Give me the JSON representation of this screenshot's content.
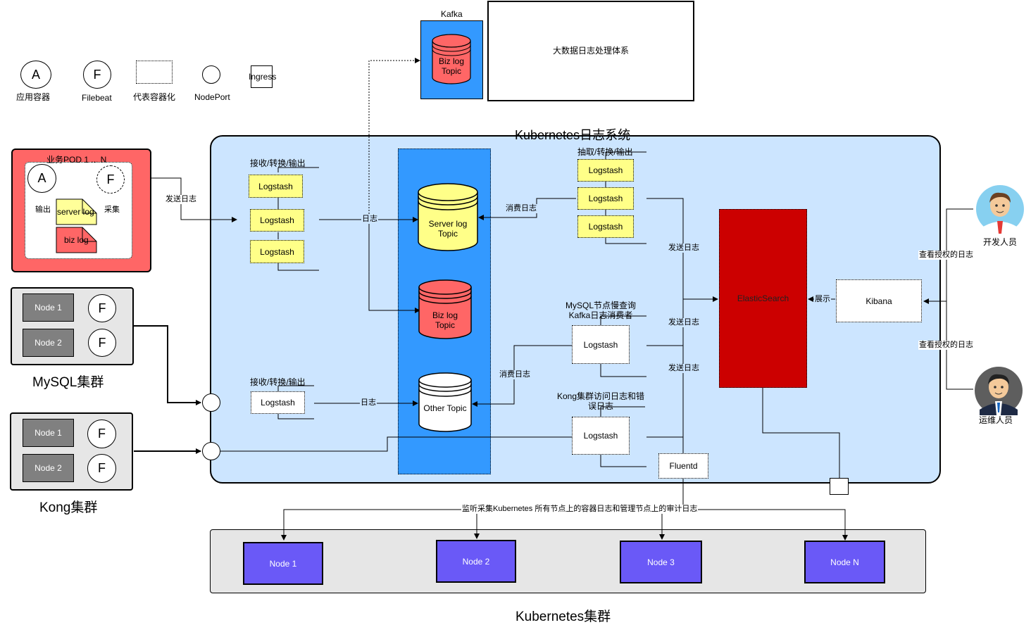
{
  "legend": {
    "app_symbol": "A",
    "app_label": "应用容器",
    "filebeat_symbol": "F",
    "filebeat_label": "Filebeat",
    "container_label": "代表容器化",
    "nodeport_label": "NodePort",
    "ingress_label": "Ingress"
  },
  "kafka": {
    "title": "Kafka",
    "topic": "Biz log Topic"
  },
  "bigdata": {
    "label": "大数据日志处理体系"
  },
  "k8s_log": {
    "title": "Kubernetes日志系统"
  },
  "pod": {
    "title": "业务POD 1 ... N",
    "app_symbol": "A",
    "filebeat_symbol": "F",
    "output_label": "输出",
    "collect_label": "采集",
    "server_log": "server log",
    "biz_log": "biz log"
  },
  "mysql": {
    "title": "MySQL集群",
    "node1": "Node 1",
    "node2": "Node 2",
    "filebeat_symbol": "F"
  },
  "kong": {
    "title": "Kong集群",
    "node1": "Node 1",
    "node2": "Node 2",
    "filebeat_symbol": "F"
  },
  "edges": {
    "send_log": "发送日志",
    "log": "日志",
    "consume_log": "消费日志",
    "show": "展示",
    "view_authorized": "查看授权的日志",
    "monitor": "监听采集Kubernetes 所有节点上的容器日志和管理节点上的审计日志"
  },
  "ingest_top": {
    "title": "接收/转换/输出",
    "logstash": "Logstash"
  },
  "ingest_bottom": {
    "title": "接收/转换/输出",
    "logstash": "Logstash"
  },
  "extract": {
    "title": "抽取/转换/输出",
    "logstash": "Logstash"
  },
  "topics": {
    "server": "Server log Topic",
    "biz": "Biz log Topic",
    "other": "Other Topic"
  },
  "mysql_consumer": {
    "title": "MySQL节点慢查询 Kafka日志消费者",
    "logstash": "Logstash"
  },
  "kong_consumer": {
    "title": "Kong集群访问日志和错误日志",
    "logstash": "Logstash"
  },
  "fluentd": "Fluentd",
  "elasticsearch": "ElasticSearch",
  "kibana": "Kibana",
  "people": {
    "dev": "开发人员",
    "ops": "运维人员"
  },
  "cluster": {
    "title": "Kubernetes集群",
    "nodes": [
      "Node 1",
      "Node 2",
      "Node 3",
      "Node N"
    ]
  },
  "colors": {
    "k8s_bg": "#cce5ff",
    "kafka_blue": "#3399ff",
    "pod_red": "#ff6666",
    "es_red": "#cc0000",
    "logstash_yellow": "#ffff88",
    "node_purple": "#6a59f7"
  }
}
